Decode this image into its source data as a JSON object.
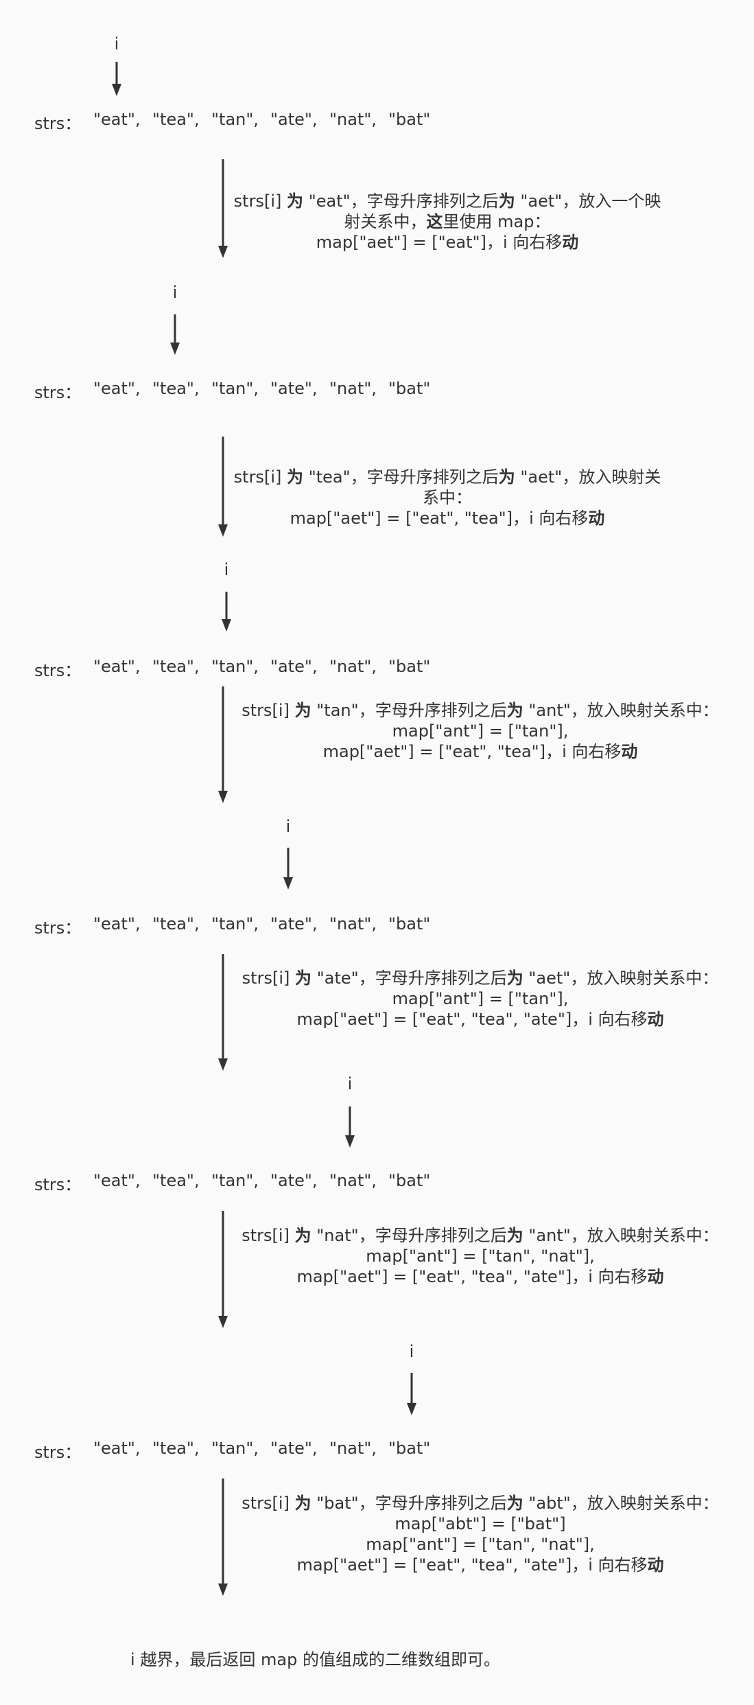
{
  "array_label": "strs：",
  "array_items": [
    "\"eat\",",
    "\"tea\",",
    "\"tan\",",
    "\"ate\",",
    "\"nat\",",
    "\"bat\""
  ],
  "pointer_label": "i",
  "arrow_color": "#333333",
  "background": "#fafafa",
  "steps": [
    {
      "lines": [
        "strs[i] 为 \"eat\"，字母升序排列之后为 \"aet\"，放入一个映",
        "射关系中，这里使用 map：",
        "map[\"aet\"] = [\"eat\"]，i 向右移动"
      ]
    },
    {
      "lines": [
        "strs[i] 为 \"tea\"，字母升序排列之后为 \"aet\"，放入映射关",
        "系中：",
        "map[\"aet\"] = [\"eat\", \"tea\"]，i 向右移动"
      ]
    },
    {
      "lines": [
        "strs[i] 为 \"tan\"，字母升序排列之后为 \"ant\"，放入映射关系中：",
        "map[\"ant\"] = [\"tan\"],",
        "map[\"aet\"] = [\"eat\", \"tea\"]，i 向右移动"
      ]
    },
    {
      "lines": [
        "strs[i] 为 \"ate\"，字母升序排列之后为 \"aet\"，放入映射关系中：",
        "map[\"ant\"] = [\"tan\"],",
        "map[\"aet\"] = [\"eat\", \"tea\", \"ate\"]，i 向右移动"
      ]
    },
    {
      "lines": [
        "strs[i] 为 \"nat\"，字母升序排列之后为 \"ant\"，放入映射关系中：",
        "map[\"ant\"] = [\"tan\", \"nat\"],",
        "map[\"aet\"] = [\"eat\", \"tea\", \"ate\"]，i 向右移动"
      ]
    },
    {
      "lines": [
        "strs[i] 为 \"bat\"，字母升序排列之后为 \"abt\"，放入映射关系中：",
        "map[\"abt\"] = [\"bat\"]",
        "map[\"ant\"] = [\"tan\", \"nat\"],",
        "map[\"aet\"] = [\"eat\", \"tea\", \"ate\"]，i 向右移动"
      ]
    }
  ],
  "summary": "i 越界，最后返回 map 的值组成的二维数组即可。"
}
